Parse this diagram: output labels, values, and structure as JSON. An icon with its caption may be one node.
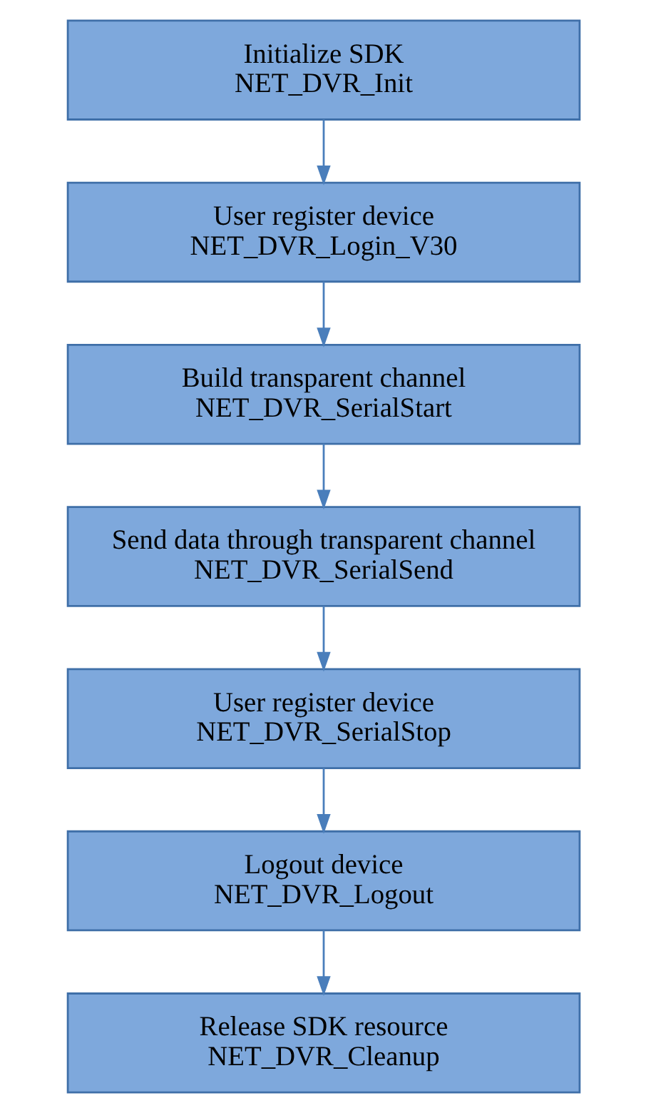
{
  "diagram": {
    "nodes": [
      {
        "text": [
          "Initialize SDK",
          "NET_DVR_Init"
        ]
      },
      {
        "text": [
          "User register device",
          "NET_DVR_Login_V30"
        ]
      },
      {
        "text": [
          "Build transparent channel",
          "NET_DVR_SerialStart"
        ]
      },
      {
        "text": [
          "Send data through transparent channel",
          "NET_DVR_SerialSend"
        ]
      },
      {
        "text": [
          "User register device",
          "NET_DVR_SerialStop"
        ]
      },
      {
        "text": [
          "Logout device",
          "NET_DVR_Logout"
        ]
      },
      {
        "text": [
          "Release SDK resource",
          "NET_DVR_Cleanup"
        ]
      }
    ],
    "edges": [
      {
        "from": 0,
        "to": 1,
        "arrow": "to"
      },
      {
        "from": 1,
        "to": 2,
        "arrow": "to"
      },
      {
        "from": 2,
        "to": 3,
        "arrow": "to"
      },
      {
        "from": 3,
        "to": 4,
        "arrow": "to"
      },
      {
        "from": 4,
        "to": 5,
        "arrow": "to"
      },
      {
        "from": 5,
        "to": 6,
        "arrow": "to"
      }
    ]
  }
}
